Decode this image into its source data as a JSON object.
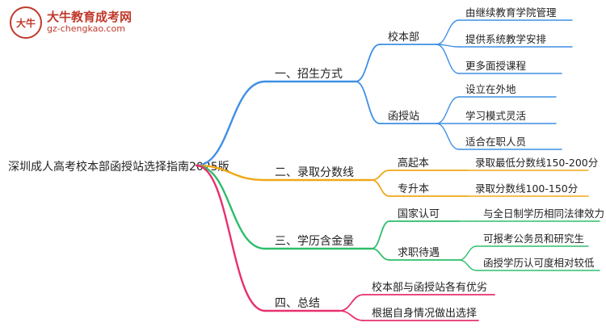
{
  "logo": {
    "mark": "大牛",
    "title": "大牛教育成考网",
    "url": "gz-chengkao.com"
  },
  "colors": {
    "blue": "#3f8fe6",
    "orange": "#f0a818",
    "green": "#2ebd6b",
    "pink": "#e8306e"
  },
  "root": {
    "label": "深圳成人高考校本部函授站选择指南2025版"
  },
  "branches": [
    {
      "id": "method",
      "label": "一、招生方式",
      "color": "blue",
      "children": [
        {
          "id": "campus",
          "label": "校本部",
          "children": [
            {
              "label": "由继续教育学院管理"
            },
            {
              "label": "提供系统教学安排"
            },
            {
              "label": "更多面授课程"
            }
          ]
        },
        {
          "id": "station",
          "label": "函授站",
          "children": [
            {
              "label": "设立在外地"
            },
            {
              "label": "学习模式灵活"
            },
            {
              "label": "适合在职人员"
            }
          ]
        }
      ]
    },
    {
      "id": "score",
      "label": "二、录取分数线",
      "color": "orange",
      "children": [
        {
          "id": "gqb",
          "label": "高起本",
          "children": [
            {
              "label": "录取最低分数线150-200分"
            }
          ]
        },
        {
          "id": "zsb",
          "label": "专升本",
          "children": [
            {
              "label": "录取分数线100-150分"
            }
          ]
        }
      ]
    },
    {
      "id": "value",
      "label": "三、学历含金量",
      "color": "green",
      "children": [
        {
          "id": "national",
          "label": "国家认可",
          "children": [
            {
              "label": "与全日制学历相同法律效力"
            }
          ]
        },
        {
          "id": "job",
          "label": "求职待遇",
          "children": [
            {
              "label": "可报考公务员和研究生"
            },
            {
              "label": "函授学历认可度相对较低"
            }
          ]
        }
      ]
    },
    {
      "id": "summary",
      "label": "四、总结",
      "color": "pink",
      "children": [
        {
          "id": "s1",
          "label": "校本部与函授站各有优劣",
          "children": []
        },
        {
          "id": "s2",
          "label": "根据自身情况做出选择",
          "children": []
        }
      ]
    }
  ]
}
